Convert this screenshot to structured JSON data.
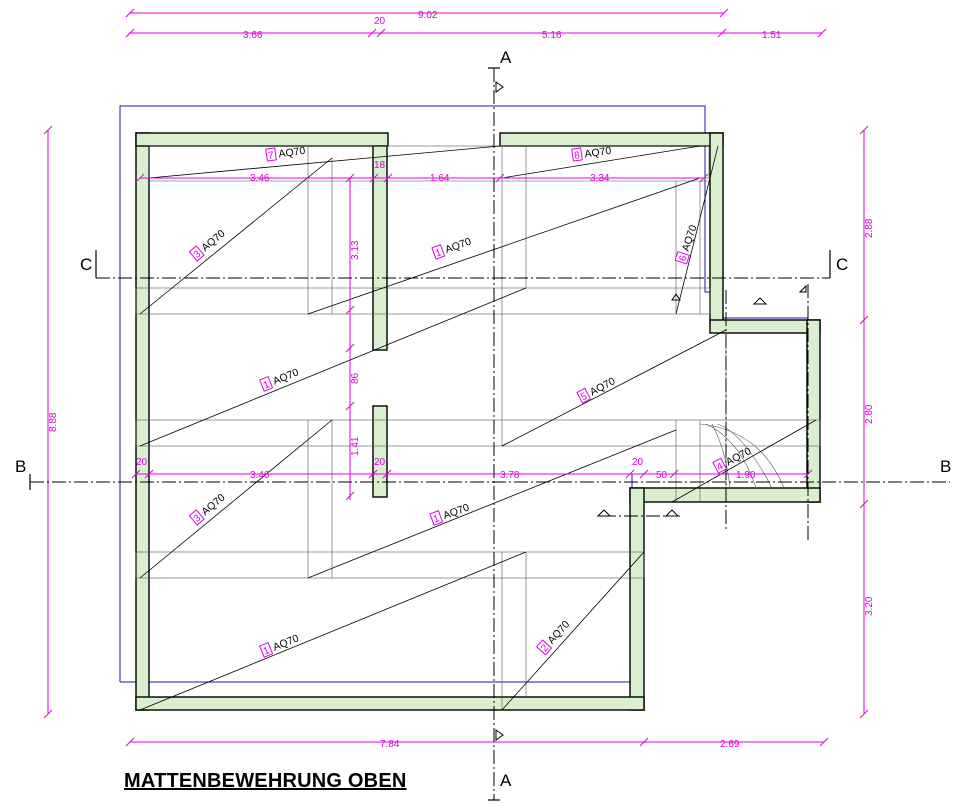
{
  "title": "MATTENBEWEHRUNG OBEN",
  "colors": {
    "dimension": "#e000e0",
    "wall_fill": "#d8f0d0",
    "outline": "#1a1aa0"
  },
  "section_marks": {
    "a": "A",
    "b": "B",
    "c": "C"
  },
  "dimensions": {
    "top_total": "9.02",
    "top_seg1": "3.66",
    "top_seg2": "20",
    "top_seg3": "5.16",
    "top_seg4": "1.51",
    "bottom_seg1": "7.84",
    "bottom_seg2": "2.69",
    "left_total": "8.88",
    "right_seg1": "2.88",
    "right_seg2": "2.80",
    "right_seg3": "3.20",
    "upper_row_1": "3.46",
    "upper_row_2": "1.64",
    "upper_row_3": "3.34",
    "upper_row_gap": "18",
    "mid_row_1": "20",
    "mid_row_2": "3.46",
    "mid_row_3": "20",
    "mid_row_4": "3.78",
    "mid_row_5": "20",
    "mid_row_6": "50",
    "mid_row_7": "1.90",
    "vert_1": "3.13",
    "vert_2": "86",
    "vert_3": "1.41"
  },
  "mats": [
    {
      "num": "7",
      "type": "AQ70"
    },
    {
      "num": "8",
      "type": "AQ70"
    },
    {
      "num": "3",
      "type": "AQ70"
    },
    {
      "num": "1",
      "type": "AQ70"
    },
    {
      "num": "6",
      "type": "AQ70"
    },
    {
      "num": "1",
      "type": "AQ70"
    },
    {
      "num": "5",
      "type": "AQ70"
    },
    {
      "num": "4",
      "type": "AQ70"
    },
    {
      "num": "3",
      "type": "AQ70"
    },
    {
      "num": "1",
      "type": "AQ70"
    },
    {
      "num": "1",
      "type": "AQ70"
    },
    {
      "num": "2",
      "type": "AQ70"
    }
  ]
}
